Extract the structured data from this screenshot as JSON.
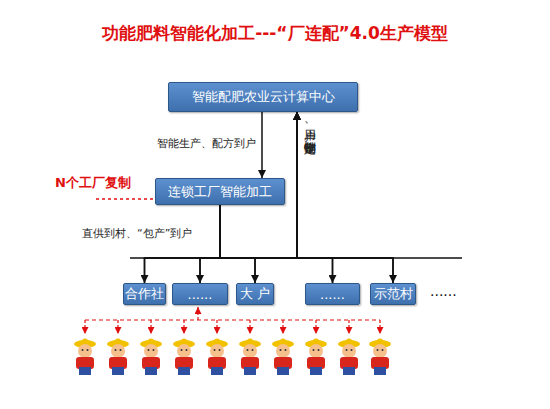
{
  "diagram": {
    "title": "功能肥料智能化加工---“厂连配”4.0生产模型",
    "nodes": [
      {
        "text": [
          "智能配肥农业云计算中心"
        ]
      },
      {
        "text": [
          "连锁工厂智能加工"
        ]
      },
      {
        "text": [
          "合作社"
        ]
      },
      {
        "text": [
          "......"
        ]
      },
      {
        "text": [
          "大 户"
        ]
      },
      {
        "text": [
          "......"
        ]
      },
      {
        "text": [
          "示范村"
        ]
      }
    ],
    "edges": [
      {
        "from": 0,
        "to": 1,
        "arrow": "to",
        "label": "智能生产、配方到户"
      },
      {
        "from": 1,
        "to": 2,
        "arrow": "to"
      },
      {
        "from": 1,
        "to": 3,
        "arrow": "to"
      },
      {
        "from": 1,
        "to": 4,
        "arrow": "to"
      },
      {
        "from": 1,
        "to": 5,
        "arrow": "to"
      },
      {
        "from": 1,
        "to": 6,
        "arrow": "to"
      },
      {
        "from": 2,
        "to": 0,
        "arrow": "to"
      },
      {
        "from": 3,
        "to": 0,
        "arrow": "to"
      },
      {
        "from": 4,
        "to": 0,
        "arrow": "to"
      },
      {
        "from": 5,
        "to": 0,
        "arrow": "to"
      },
      {
        "from": 6,
        "to": 0,
        "arrow": "to"
      }
    ],
    "labels": [
      "N个工厂复制",
      "直供到村、“包产”到户",
      "用户、作物一键定制",
      "......"
    ]
  }
}
